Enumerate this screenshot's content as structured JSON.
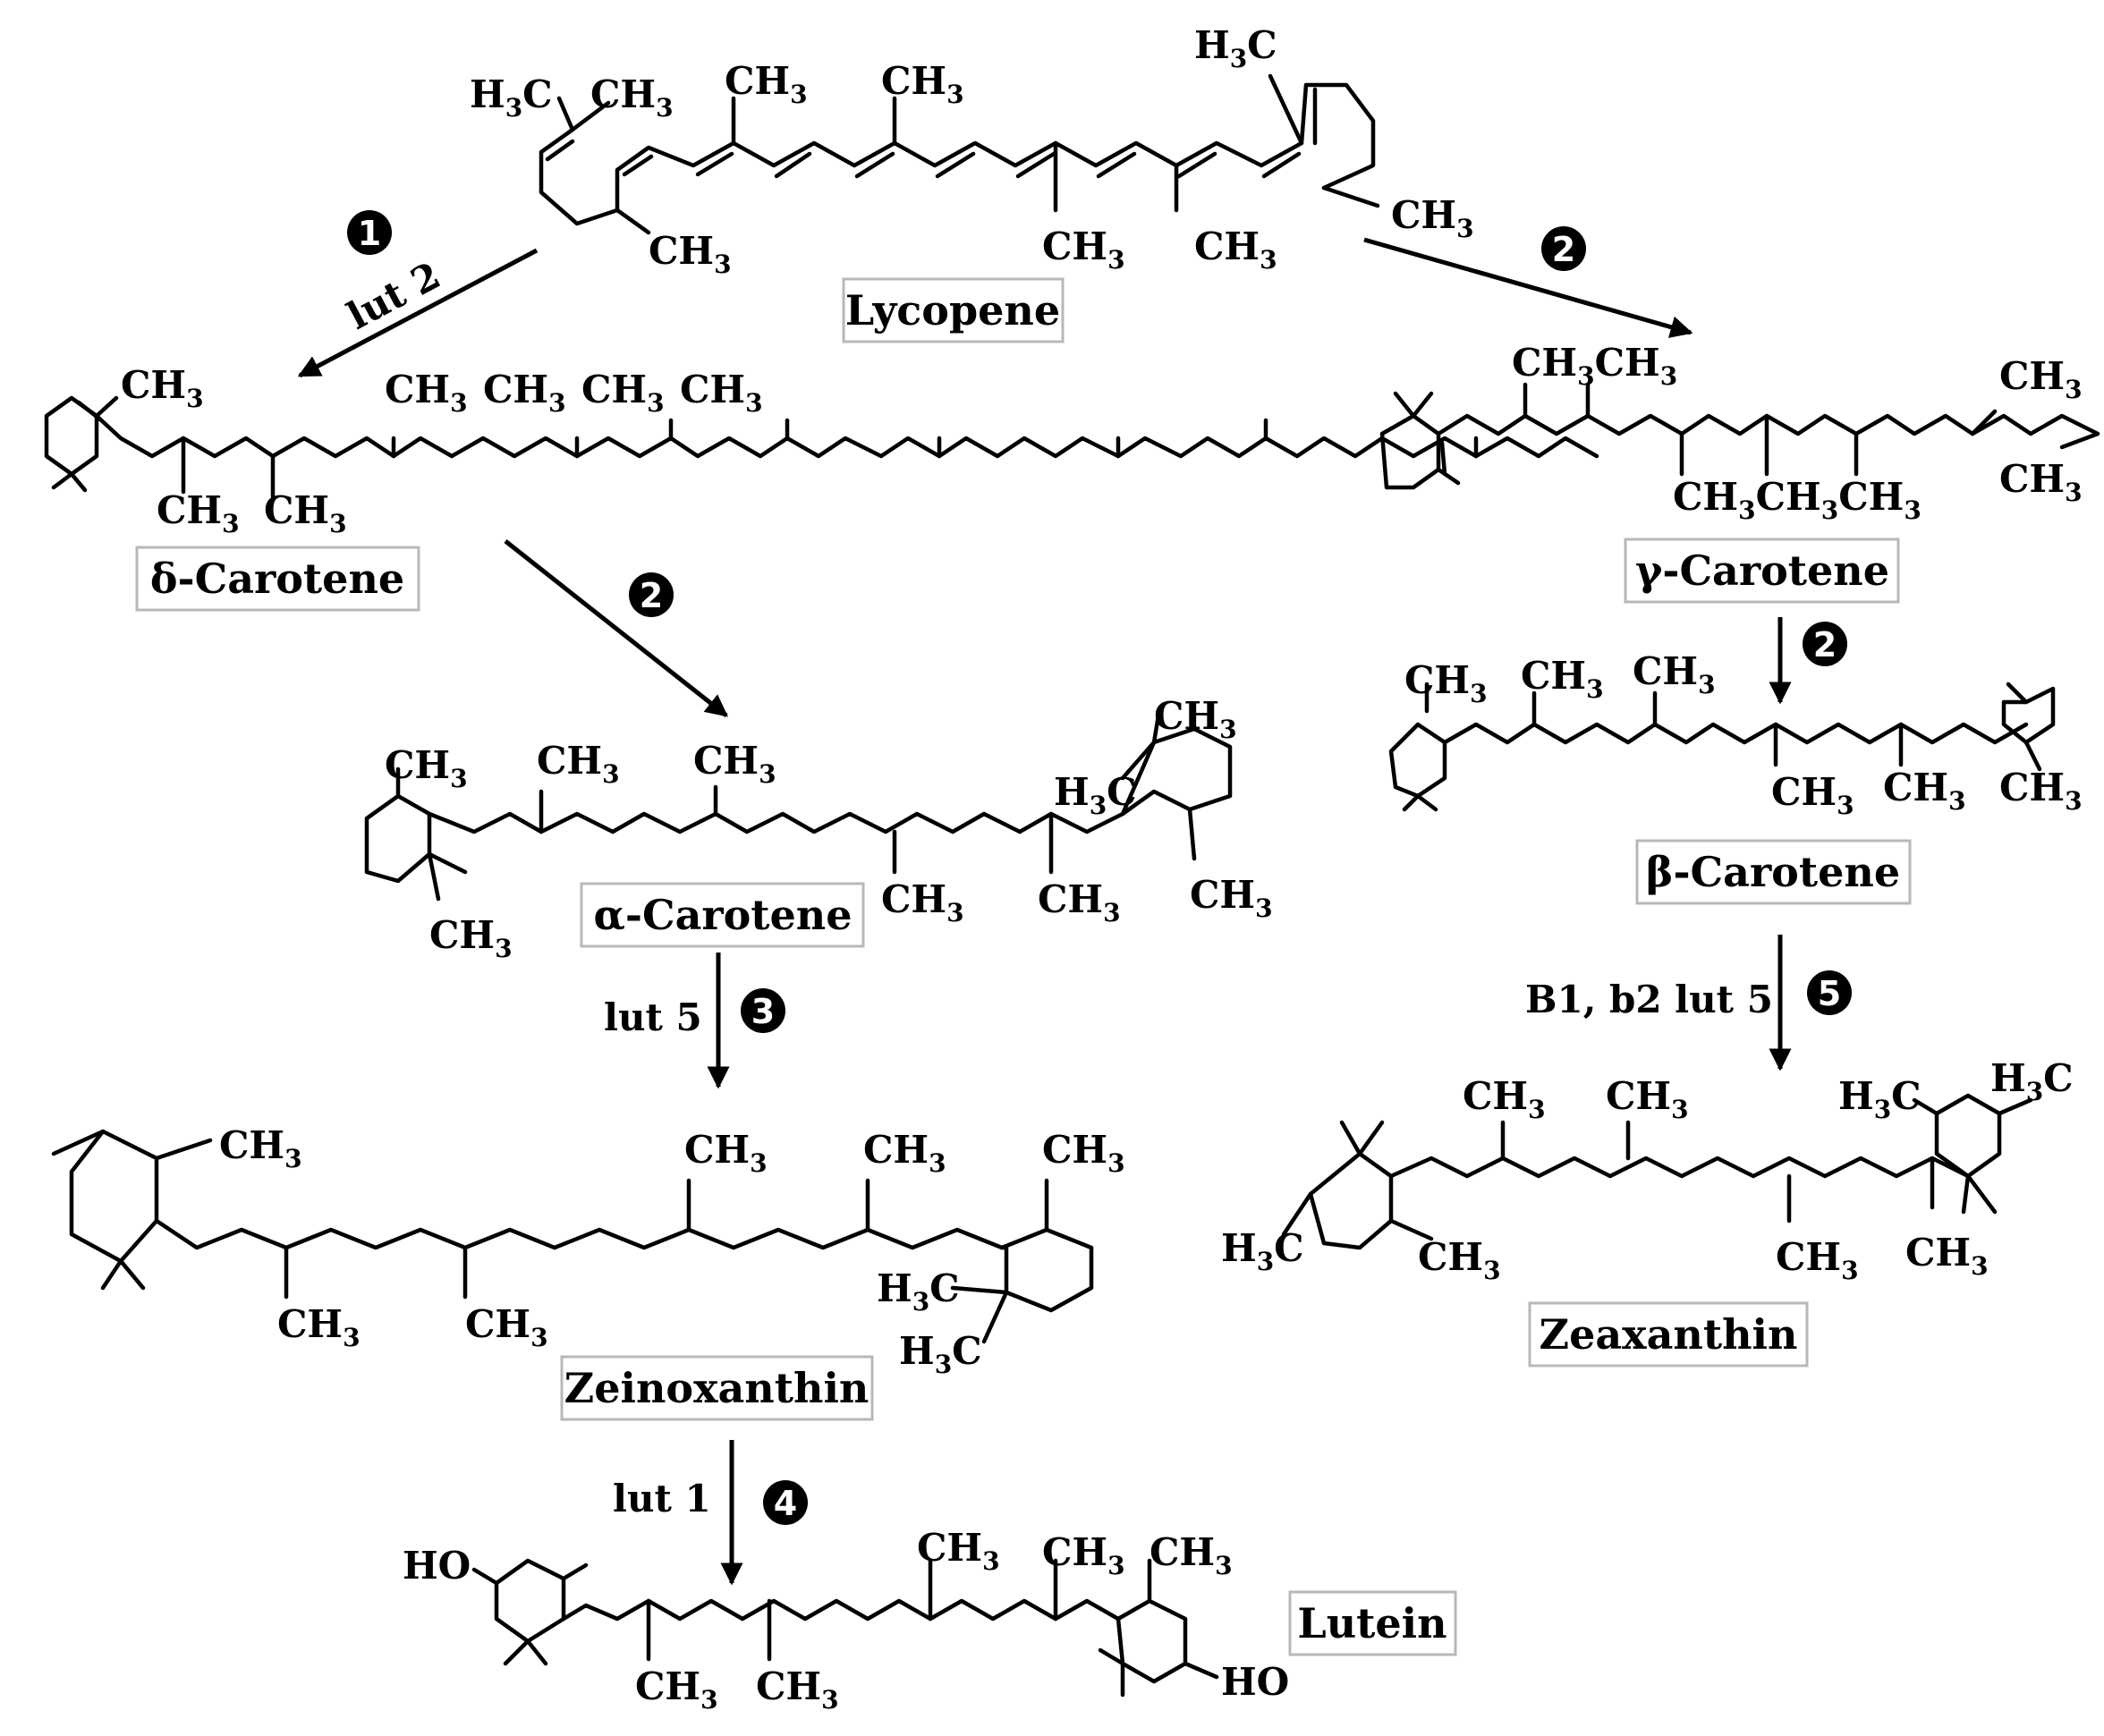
{
  "compounds": {
    "lycopene": "Lycopene",
    "delta_carotene": "δ-Carotene",
    "gamma_carotene": "γ-Carotene",
    "alpha_carotene": "α-Carotene",
    "beta_carotene": "β-Carotene",
    "zeinoxanthin": "Zeinoxanthin",
    "zeaxanthin": "Zeaxanthin",
    "lutein": "Lutein"
  },
  "steps": {
    "s1": {
      "badge": "1",
      "enzyme": "lut 2"
    },
    "s2": {
      "badge": "2"
    },
    "s3": {
      "badge": "3",
      "enzyme": "lut 5"
    },
    "s4": {
      "badge": "4",
      "enzyme": "lut 1"
    },
    "s5": {
      "badge": "5",
      "enzyme": "B1, b2 lut 5"
    }
  },
  "groups": {
    "ch": "CH",
    "three": "3",
    "h": "H",
    "c": "C",
    "ho": "HO"
  }
}
